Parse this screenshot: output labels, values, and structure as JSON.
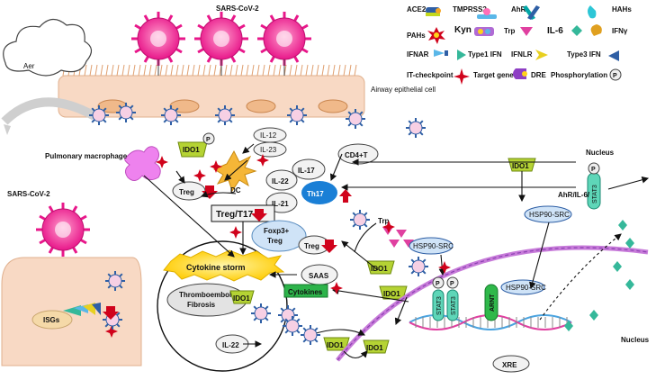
{
  "legend": {
    "ace2": "ACE2",
    "tmprss2": "TMPRSS2",
    "ahr": "AhR",
    "hahs": "HAHs",
    "pahs": "PAHs",
    "kyn": "Kyn",
    "trp": "Trp",
    "il6": "IL-6",
    "ifng": "IFNγ",
    "ifnar": "IFNAR",
    "type1_ifn": "Type1 IFN",
    "ifnlr": "IFNLR",
    "type3_ifn": "Type3 IFN",
    "it_checkpoint": "IT-checkpoint",
    "target_gene": "Target gene",
    "dre": "DRE",
    "phosphorylation": "Phosphorylation",
    "p": "P"
  },
  "labels": {
    "sars_top": "SARS-CoV-2",
    "sars_left": "SARS-CoV-2",
    "aer": "Aer",
    "airway": "Airway epithelial cell",
    "macrophage": "Pulmonary macrophage",
    "dc": "DC",
    "il12": "IL-12",
    "il23": "IL-23",
    "il17": "IL-17",
    "il22": "IL-22",
    "il21": "IL-21",
    "il22_b": "IL-22",
    "th17": "Th17",
    "treg1": "Treg",
    "treg2": "Treg",
    "treg_th17": "Treg/T17",
    "foxp3_1": "Foxp3+",
    "foxp3_2": "Treg",
    "cd4": "CD4+T",
    "ido1_a": "IDO1",
    "ido1_b": "IDO1",
    "ido1_c": "IDO1",
    "ido1_d": "IDO1",
    "ido1_e": "IDO1",
    "ido1_f": "IDO1",
    "ido1_g": "IDO1",
    "trp": "Trp",
    "hsp1": "HSP90-SRC",
    "hsp2": "HSP90-SRC",
    "hsp3": "HSP90-SRC",
    "nucleus_top": "Nucleus",
    "nucleus_bottom": "Nucleus",
    "ahr_il6": "AhR/IL-6/",
    "stat3": "STAT3",
    "stat3_b": "STAT3",
    "stat3_c": "STAT3",
    "arnt": "ARNT",
    "xre": "XRE",
    "cytokine_storm": "Cytokine storm",
    "thrombo": "Thromboembolism",
    "fibrosis": "Fibrosis",
    "saas": "SAAS",
    "cytokines": "Cytokines",
    "isgs": "ISGs",
    "p": "P"
  },
  "colors": {
    "virus": "#e8178a",
    "spike": "#2f5fa5",
    "ahr": "#00a6a6",
    "ido1": "#b5d334",
    "th17": "#1a7fd6",
    "cytokines_box": "#2db34a",
    "storm": "#ffd21a",
    "arnt": "#2fb84a",
    "stat3": "#5ed6b8",
    "macrophage": "#ee82ee",
    "dc": "#f5b637",
    "red": "#d0021b"
  }
}
